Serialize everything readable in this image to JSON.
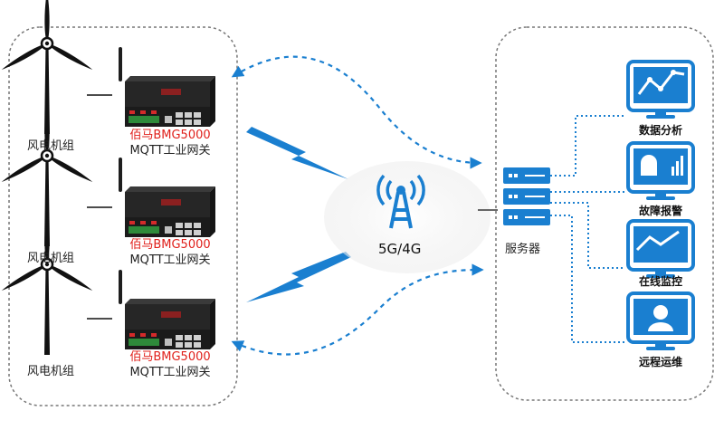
{
  "left_group": {
    "rows": [
      {
        "turbine_label": "风电机组",
        "gateway_brand": "佰马BMG5000",
        "gateway_desc": "MQTT工业网关"
      },
      {
        "turbine_label": "风电机组",
        "gateway_brand": "佰马BMG5000",
        "gateway_desc": "MQTT工业网关"
      },
      {
        "turbine_label": "风电机组",
        "gateway_brand": "佰马BMG5000",
        "gateway_desc": "MQTT工业网关"
      }
    ]
  },
  "network": {
    "label": "5G/4G"
  },
  "server": {
    "label": "服务器"
  },
  "functions": [
    {
      "label": "数据分析",
      "icon": "chart-monitor-icon"
    },
    {
      "label": "故障报警",
      "icon": "alarm-monitor-icon"
    },
    {
      "label": "在线监控",
      "icon": "trend-monitor-icon"
    },
    {
      "label": "远程运维",
      "icon": "engineer-monitor-icon"
    }
  ],
  "colors": {
    "accent": "#1a7fd0",
    "brand_red": "#e0201b",
    "frame_dash": "#777777",
    "gateway_body": "#2b2b2b"
  }
}
